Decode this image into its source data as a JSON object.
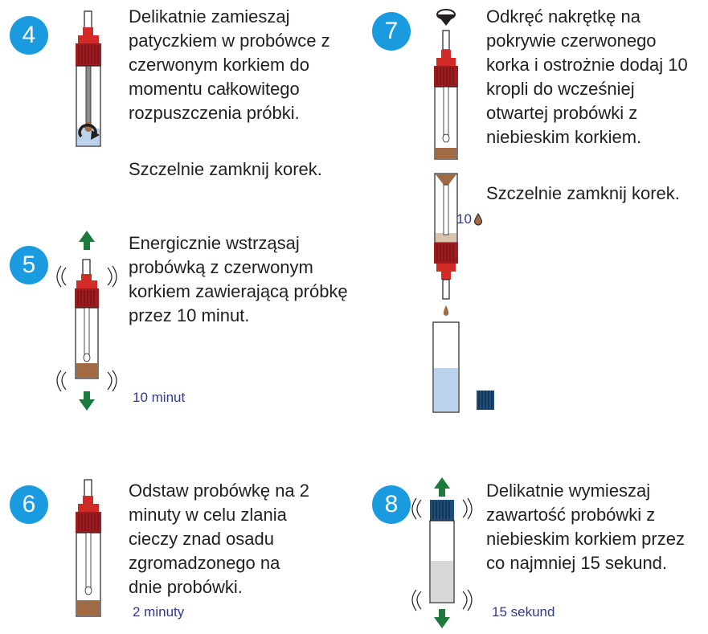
{
  "colors": {
    "badge": "#1a9be0",
    "text": "#231f20",
    "time_text": "#2e3a8c",
    "red_cap": "#d12a27",
    "dark_red_cap": "#9e1c20",
    "blue_cap": "#1f4e79",
    "sediment": "#a06a45",
    "blue_liquid": "#bcd3ee",
    "grey_liquid": "#d8d8d8",
    "arrow_green": "#1b7a3c"
  },
  "steps": [
    {
      "number": "4",
      "text": "Delikatnie zamieszaj\npatyczkiem w probówce z\nczerwonym korkiem do\nmomentu całkowitego\nrozpuszczenia próbki.",
      "note": "Szczelnie zamknij korek.",
      "icons": [
        "tube-red-cap-icon",
        "stir-arrow-icon"
      ]
    },
    {
      "number": "5",
      "text": "Energicznie wstrząsaj\nprobówką z czerwonym\nkorkiem zawierającą próbkę\nprzez 10 minut.",
      "time": "10 minut",
      "icons": [
        "tube-red-cap-icon",
        "shake-arrows-icon"
      ]
    },
    {
      "number": "6",
      "text": "Odstaw probówkę na 2\nminuty w celu zlania\ncieczy znad osadu\nzgromadzonego na\ndnie probówki.",
      "time": "2 minuty",
      "icons": [
        "tube-red-cap-icon"
      ]
    },
    {
      "number": "7",
      "text": "Odkręć nakrętkę na\npokrywie czerwonego\nkorka i ostrożnie dodaj 10\nkropli do wcześniej\notwartej probówki z\nniebieskim korkiem.",
      "note": "Szczelnie zamknij korek.",
      "drops": "10",
      "icons": [
        "unscrew-cap-icon",
        "tube-red-cap-icon",
        "inverted-tube-icon",
        "drop-icon",
        "open-tube-blue-liquid-icon",
        "blue-cap-icon"
      ]
    },
    {
      "number": "8",
      "text": "Delikatnie wymieszaj\nzawartość probówki z\nniebieskim korkiem przez\nco najmniej 15 sekund.",
      "time": "15 sekund",
      "icons": [
        "tube-blue-cap-icon",
        "shake-arrows-icon"
      ]
    }
  ]
}
